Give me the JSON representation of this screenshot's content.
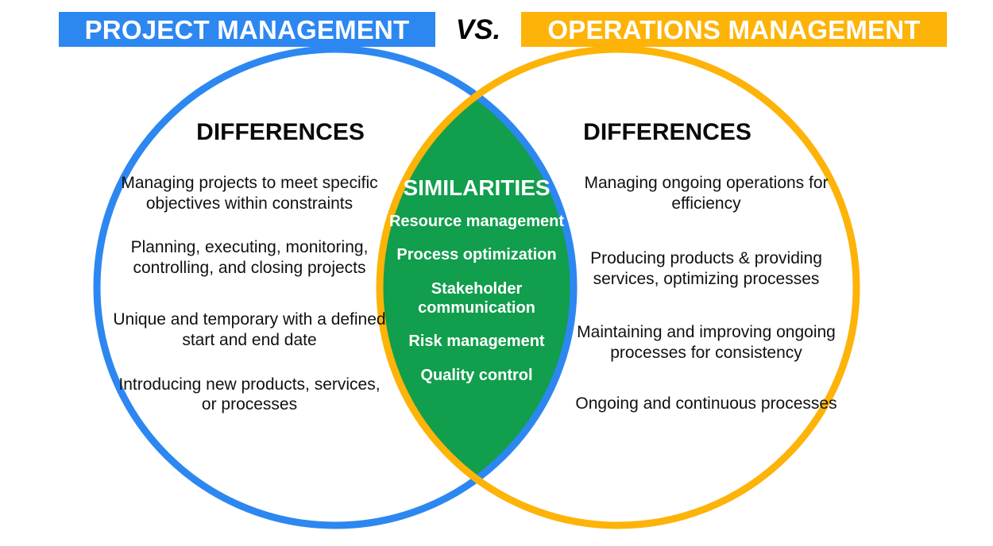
{
  "header": {
    "left_label": "PROJECT MANAGEMENT",
    "vs_label": "VS.",
    "right_label": "OPERATIONS MANAGEMENT",
    "left_color": "#2D87F0",
    "right_color": "#FDB308"
  },
  "left_circle": {
    "heading": "DIFFERENCES",
    "stroke_color": "#2D87F0",
    "items": [
      "Managing projects to meet specific objectives within constraints",
      "Planning, executing, monitoring, controlling, and closing projects",
      "Unique and temporary with a defined start and end date",
      "Introducing new products, services, or processes"
    ]
  },
  "right_circle": {
    "heading": "DIFFERENCES",
    "stroke_color": "#FDB308",
    "items": [
      "Managing ongoing operations for efficiency",
      "Producing products & providing services, optimizing processes",
      "Maintaining and improving ongoing processes for consistency",
      "Ongoing and continuous processes"
    ]
  },
  "intersection": {
    "heading": "SIMILARITIES",
    "fill_color": "#119E4D",
    "text_color": "#FFFFFF",
    "items": [
      "Resource management",
      "Process optimization",
      "Stakeholder communication",
      "Risk management",
      "Quality control"
    ]
  }
}
